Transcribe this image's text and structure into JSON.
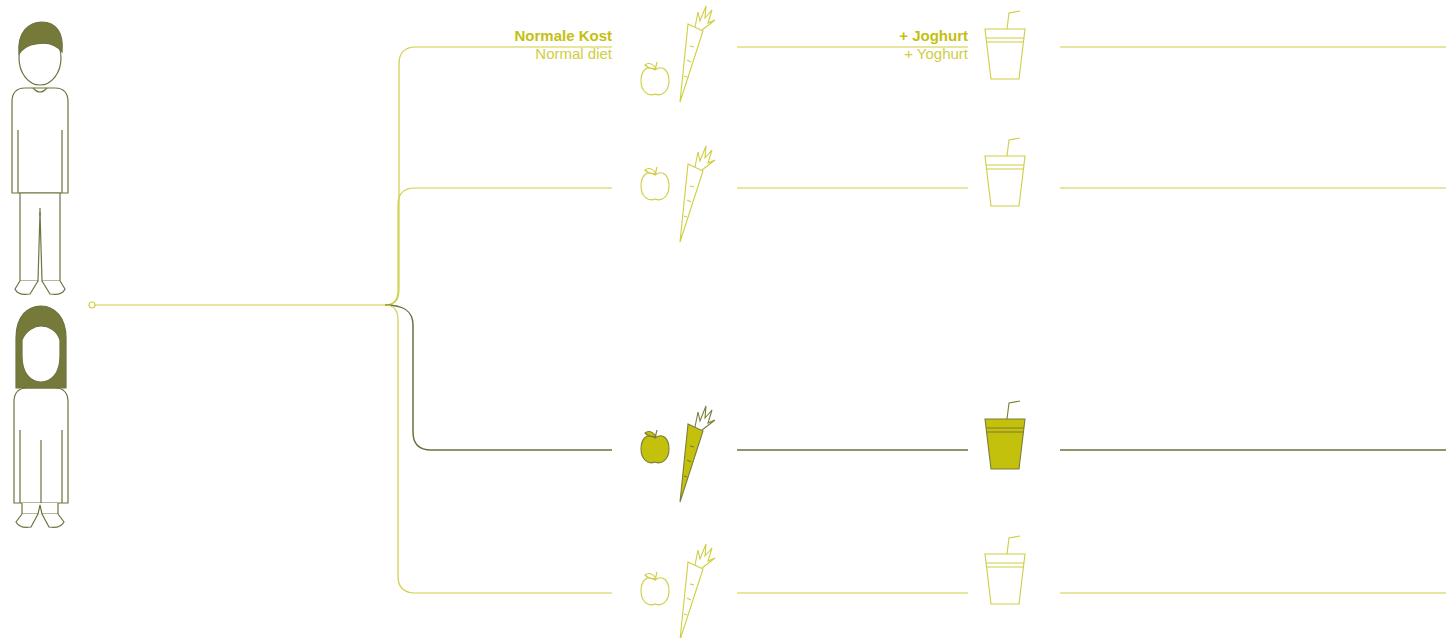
{
  "diagram": {
    "labels": [
      "Normale Kost",
      "Normal diet",
      "+ Joghurt",
      "+ Yoghurt"
    ]
  }
}
